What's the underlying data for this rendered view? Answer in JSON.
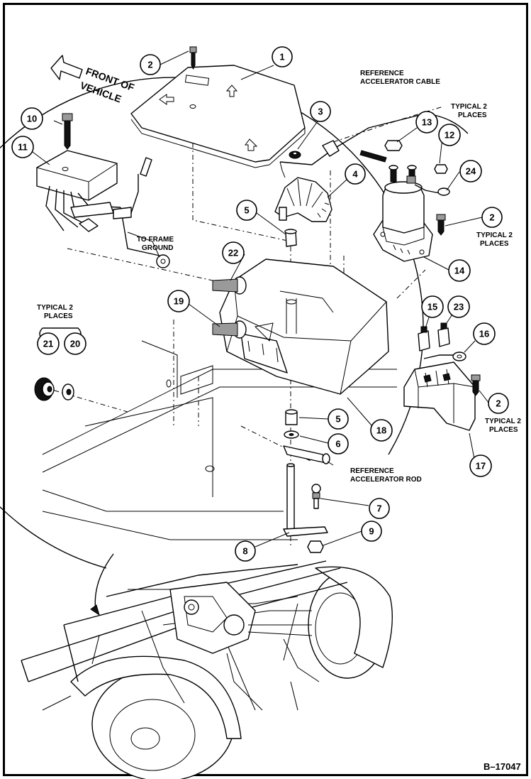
{
  "labels": {
    "front_of_vehicle_1": "FRONT OF",
    "front_of_vehicle_2": "VEHICLE",
    "ref_accel_cable_1": "REFERENCE",
    "ref_accel_cable_2": "ACCELERATOR CABLE",
    "typical2_top_1": "TYPICAL 2",
    "typical2_top_2": "PLACES",
    "typical2_sol_1": "TYPICAL 2",
    "typical2_sol_2": "PLACES",
    "to_frame_1": "TO FRAME",
    "to_frame_2": "GROUND",
    "typical2_left_1": "TYPICAL 2",
    "typical2_left_2": "PLACES",
    "ref_accel_rod_1": "REFERENCE",
    "ref_accel_rod_2": "ACCELERATOR ROD",
    "typical2_right_1": "TYPICAL 2",
    "typical2_right_2": "PLACES",
    "figure_id": "B–17047"
  },
  "callouts": [
    "1",
    "2",
    "3",
    "4",
    "5",
    "6",
    "7",
    "8",
    "9",
    "10",
    "11",
    "12",
    "13",
    "14",
    "15",
    "16",
    "17",
    "18",
    "19",
    "20",
    "21",
    "22",
    "23",
    "24"
  ],
  "callout_text": {
    "c1": "1",
    "c2a": "2",
    "c2b": "2",
    "c2c": "2",
    "c3": "3",
    "c4": "4",
    "c5a": "5",
    "c5b": "5",
    "c6": "6",
    "c7": "7",
    "c8": "8",
    "c9": "9",
    "c10": "10",
    "c11": "11",
    "c12": "12",
    "c13": "13",
    "c14": "14",
    "c15": "15",
    "c16": "16",
    "c17": "17",
    "c18": "18",
    "c19": "19",
    "c20": "20",
    "c21": "21",
    "c22": "22",
    "c23": "23",
    "c24": "24"
  }
}
